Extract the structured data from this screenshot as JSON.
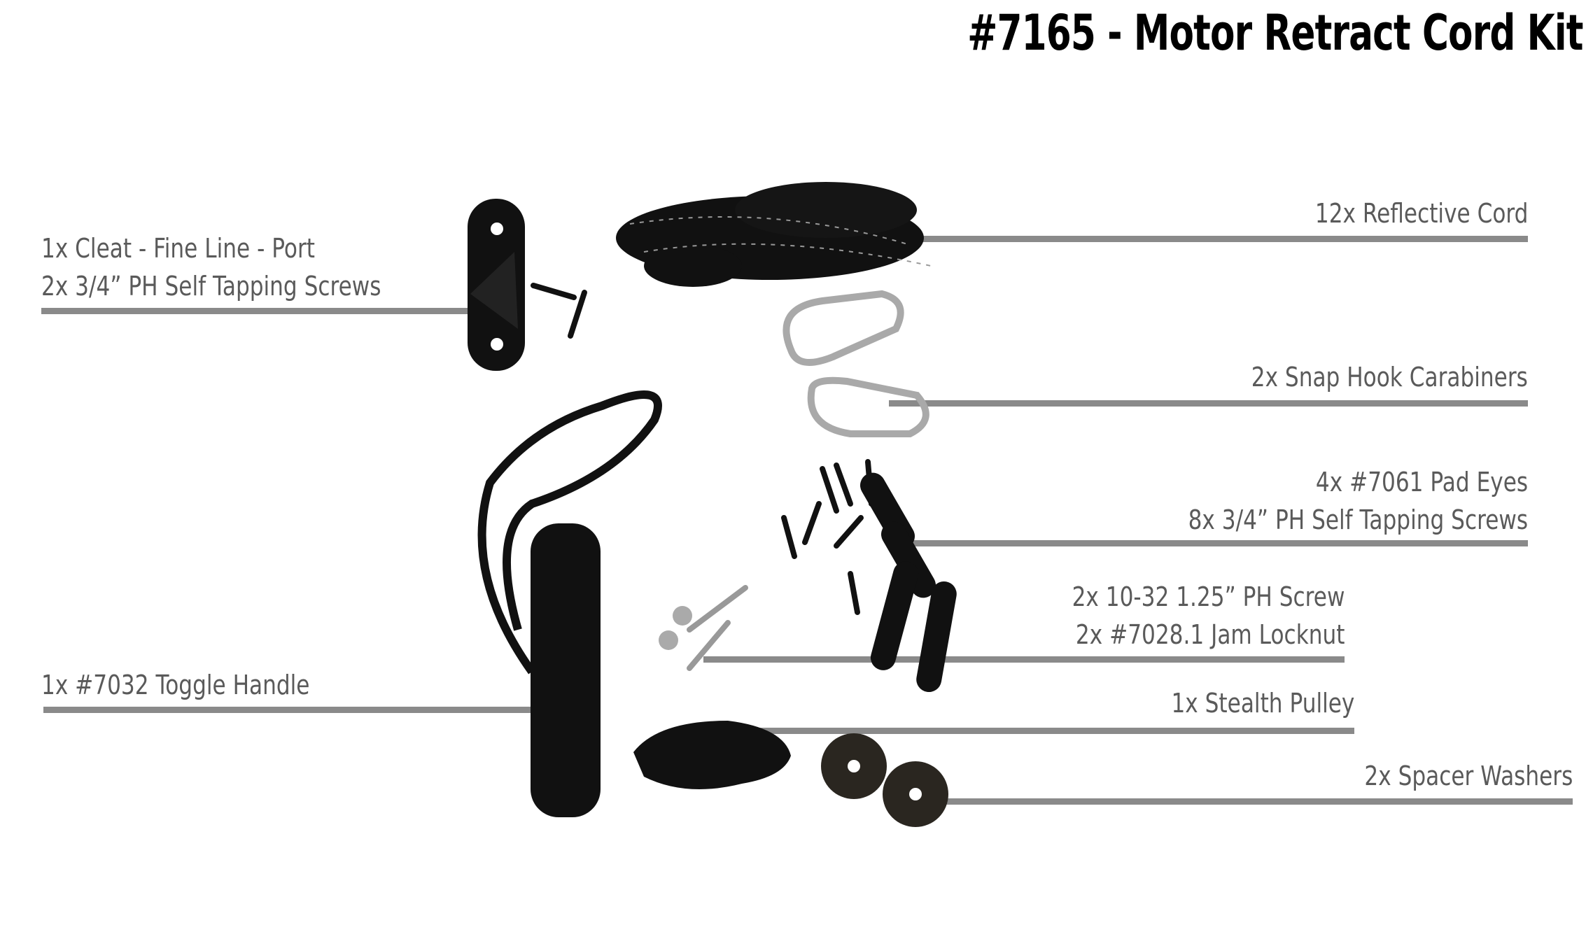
{
  "title": "#7165 - Motor Retract Cord Kit",
  "colors": {
    "title": "#000000",
    "label_text": "#5a5a5a",
    "leader_line": "#8a8a8a",
    "product": "#111111",
    "steel": "#b8b8b8"
  },
  "labels": {
    "cleat": {
      "line1": "1x Cleat - Fine Line - Port",
      "line2": "2x 3/4” PH Self Tapping Screws"
    },
    "cord": {
      "line1": "12x  Reflective Cord"
    },
    "carabiners": {
      "line1": "2x Snap Hook Carabiners"
    },
    "pad_eyes": {
      "line1": "4x #7061 Pad Eyes",
      "line2": "8x 3/4” PH Self Tapping Screws"
    },
    "screw_nut": {
      "line1": "2x 10-32  1.25” PH Screw",
      "line2": "2x #7028.1 Jam Locknut"
    },
    "toggle": {
      "line1": "1x #7032 Toggle Handle"
    },
    "pulley": {
      "line1": "1x Stealth Pulley"
    },
    "washers": {
      "line1": "2x Spacer Washers"
    }
  }
}
